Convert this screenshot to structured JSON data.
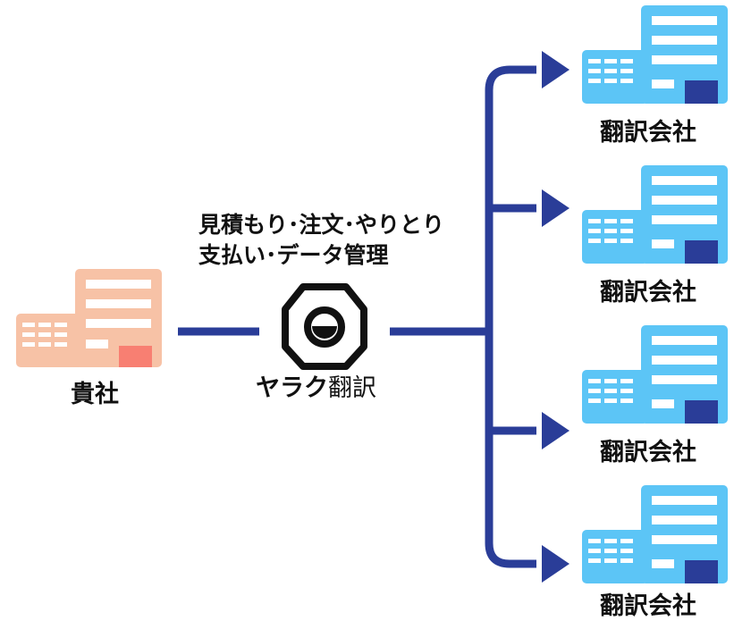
{
  "client": {
    "label": "貴社",
    "color_building": "#f7c2a6",
    "color_accent": "#f87f72"
  },
  "service": {
    "description_line1": "見積もり･注文･やりとり",
    "description_line2": "支払い･データ管理",
    "name_kana": "ヤラク",
    "name_kanji": "翻訳",
    "logo_icon": "octagon-smile-icon"
  },
  "vendors": [
    {
      "label": "翻訳会社"
    },
    {
      "label": "翻訳会社"
    },
    {
      "label": "翻訳会社"
    },
    {
      "label": "翻訳会社"
    }
  ],
  "colors": {
    "connector": "#2a3d98",
    "vendor_building": "#5cc5f6",
    "vendor_accent": "#2a3d98",
    "window": "#ffffff"
  }
}
